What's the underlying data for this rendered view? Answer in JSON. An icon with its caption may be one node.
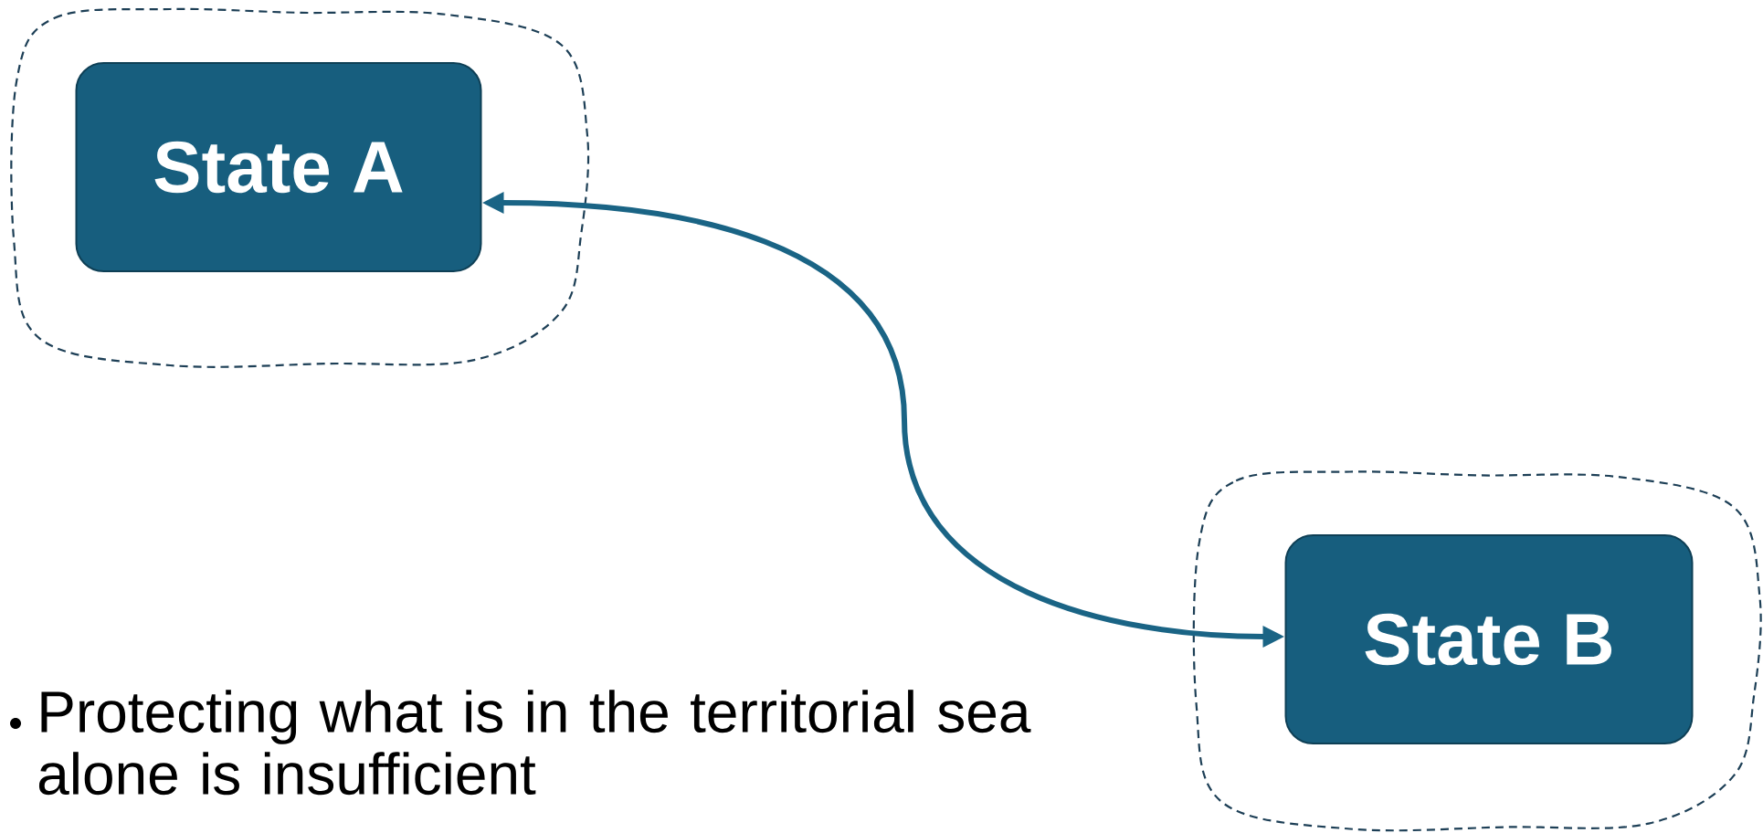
{
  "diagram": {
    "nodes": [
      {
        "text": [],
        "shape": "cloud"
      },
      {
        "text": [
          "State A"
        ],
        "in": 0
      },
      {
        "text": [],
        "shape": "cloud"
      },
      {
        "text": [
          "State B"
        ],
        "in": 2
      }
    ],
    "edges": [
      {
        "from": 1,
        "to": 3,
        "arrow": "both"
      }
    ],
    "labels": [
      "Protecting what is in the territorial sea alone is insufficient"
    ]
  }
}
